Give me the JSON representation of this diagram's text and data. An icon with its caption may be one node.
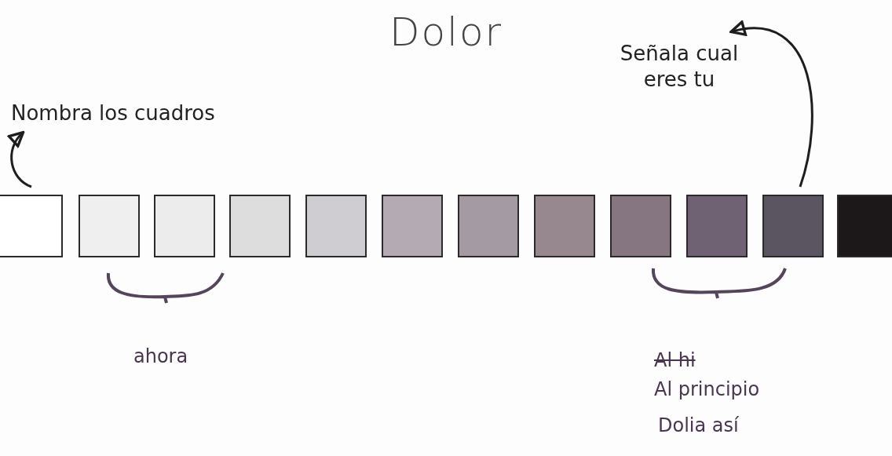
{
  "diagram": {
    "title": "Dolor",
    "nodes": [
      {
        "text": [
          "Nombra los cuadros"
        ]
      },
      {
        "text": [
          "Señala cual eres tu"
        ]
      },
      {
        "text": [],
        "shape": "box"
      },
      {
        "text": [],
        "shape": "box"
      },
      {
        "text": [],
        "shape": "box"
      },
      {
        "text": [],
        "shape": "box"
      },
      {
        "text": [],
        "shape": "box"
      },
      {
        "text": [],
        "shape": "box"
      },
      {
        "text": [],
        "shape": "box"
      },
      {
        "text": [],
        "shape": "box"
      },
      {
        "text": [],
        "shape": "box"
      },
      {
        "text": [],
        "shape": "box"
      },
      {
        "text": [],
        "shape": "box"
      },
      {
        "text": [],
        "shape": "box"
      }
    ],
    "edges": [
      {
        "from": 2,
        "to": 0,
        "arrow": "to"
      },
      {
        "from": 12,
        "to": 1,
        "arrow": "to"
      }
    ],
    "labels": [
      "ahora",
      "Al hi",
      "Al principio",
      "Dolia así"
    ]
  }
}
